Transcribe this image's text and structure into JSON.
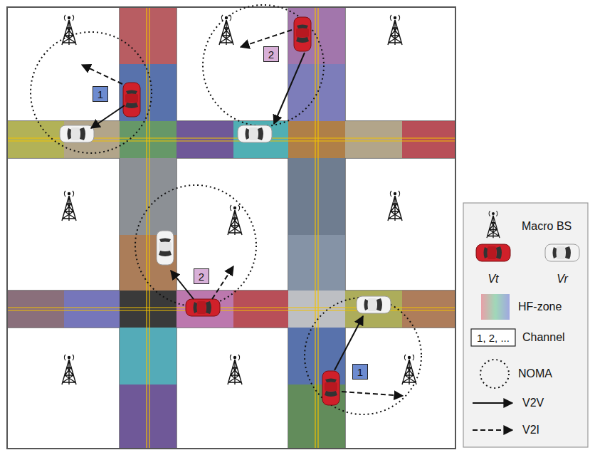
{
  "diagram": {
    "nodes": [
      {
        "text": [
          "1"
        ]
      },
      {
        "text": [
          "2"
        ]
      },
      {
        "text": [
          "2"
        ]
      },
      {
        "text": [
          "1"
        ]
      }
    ],
    "labels": [
      "1, 2, ..."
    ],
    "legend": [
      {
        "text": "Macro BS"
      },
      {
        "text": "Vt"
      },
      {
        "text": "Vr"
      },
      {
        "text": "HF-zone"
      },
      {
        "text": "Channel"
      },
      {
        "text": "NOMA"
      },
      {
        "text": "V2V"
      },
      {
        "text": "V2I"
      }
    ]
  }
}
